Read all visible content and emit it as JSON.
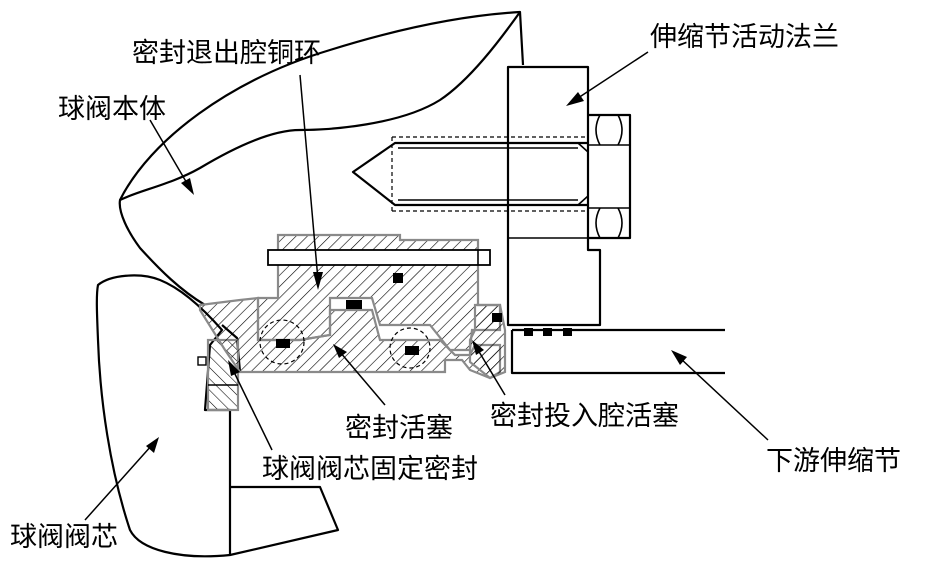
{
  "diagram": {
    "labels": {
      "copper_ring": "密封退出腔铜环",
      "flange": "伸缩节活动法兰",
      "valve_body": "球阀本体",
      "seal_piston": "密封活塞",
      "seal_in_piston": "密封投入腔活塞",
      "downstream_joint": "下游伸缩节",
      "fixed_seal": "球阀阀芯固定密封",
      "valve_core": "球阀阀芯"
    }
  }
}
